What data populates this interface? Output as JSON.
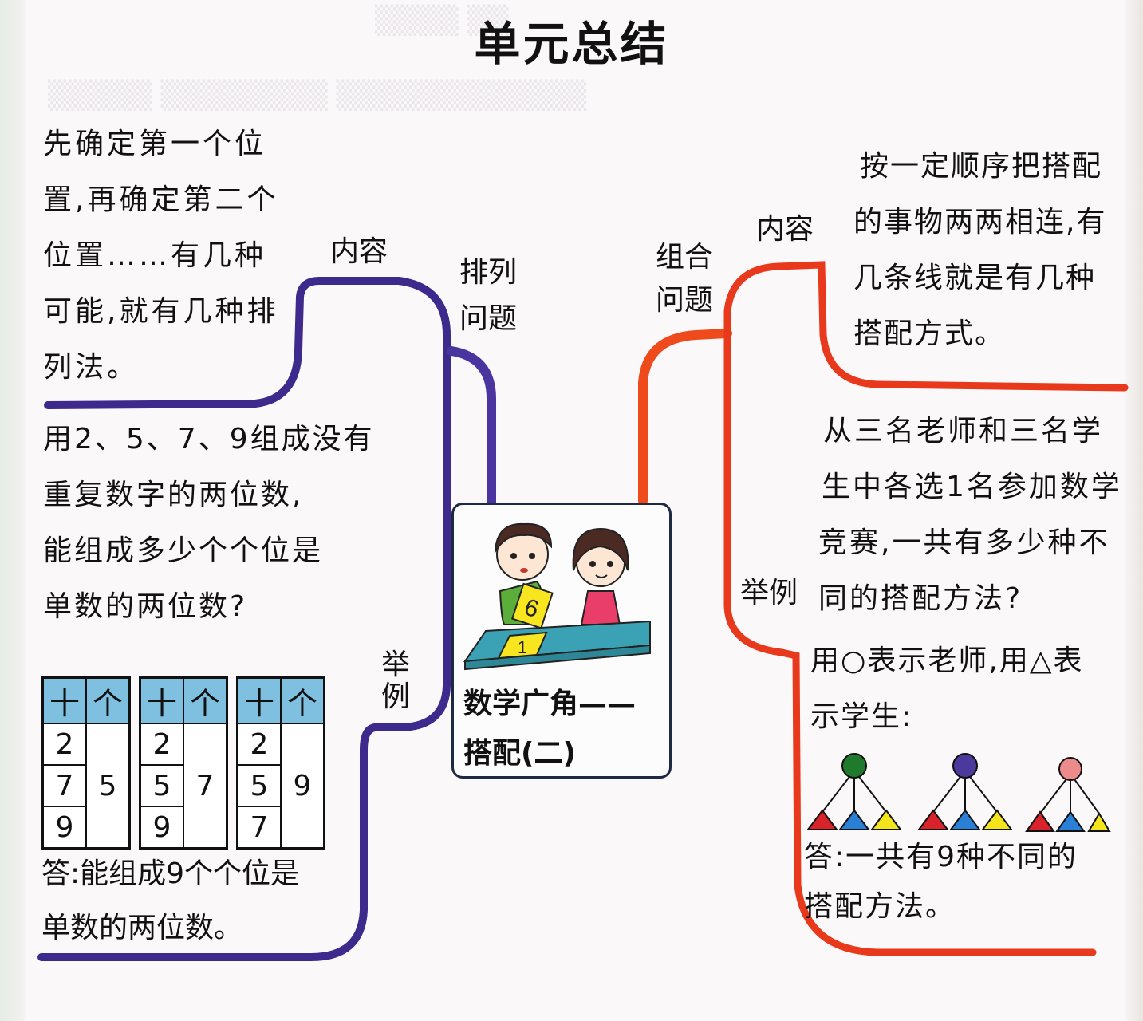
{
  "page": {
    "title": "单元总结"
  },
  "center": {
    "title_line1": "数学广角——",
    "title_line2": "搭配(二)",
    "illustration": {
      "card_held": "6",
      "card_on_table": "1"
    }
  },
  "left_branch": {
    "label_line1": "排列",
    "label_line2": "问题",
    "color": "#3e2a8c",
    "content": {
      "label": "内容",
      "lines": [
        "先确定第一个位",
        "置,再确定第二个",
        "位置……有几种",
        "可能,就有几种排",
        "列法。"
      ]
    },
    "example": {
      "label_line1": "举",
      "label_line2": "例",
      "question_lines": [
        "用2、5、7、9组成没有",
        "重复数字的两位数,",
        "能组成多少个个位是",
        "单数的两位数?"
      ],
      "tables": [
        {
          "headers": [
            "十",
            "个"
          ],
          "tens": [
            "2",
            "7",
            "9"
          ],
          "ones": "5"
        },
        {
          "headers": [
            "十",
            "个"
          ],
          "tens": [
            "2",
            "5",
            "9"
          ],
          "ones": "7"
        },
        {
          "headers": [
            "十",
            "个"
          ],
          "tens": [
            "2",
            "5",
            "7"
          ],
          "ones": "9"
        }
      ],
      "answer_lines": [
        "答:能组成9个个位是",
        "单数的两位数。"
      ]
    }
  },
  "right_branch": {
    "label_line1": "组合",
    "label_line2": "问题",
    "color": "#e8391c",
    "content": {
      "label": "内容",
      "lines": [
        "按一定顺序把搭配",
        "的事物两两相连,有",
        "几条线就是有几种",
        "搭配方式。"
      ]
    },
    "example": {
      "label": "举例",
      "question_lines": [
        "从三名老师和三名学",
        "生中各选1名参加数学",
        "竞赛,一共有多少种不",
        "同的搭配方法?"
      ],
      "legend_lines": [
        "用○表示老师,用△表",
        "示学生:"
      ],
      "diagram": {
        "teachers": [
          {
            "color": "#1f7a2e"
          },
          {
            "color": "#4b3a9c"
          },
          {
            "color": "#ec8a8c"
          }
        ],
        "students": [
          {
            "color": "#d8232a"
          },
          {
            "color": "#2a7fd6"
          },
          {
            "color": "#f4e41c"
          }
        ]
      },
      "answer_lines": [
        "答:一共有9种不同的",
        "搭配方法。"
      ]
    }
  }
}
